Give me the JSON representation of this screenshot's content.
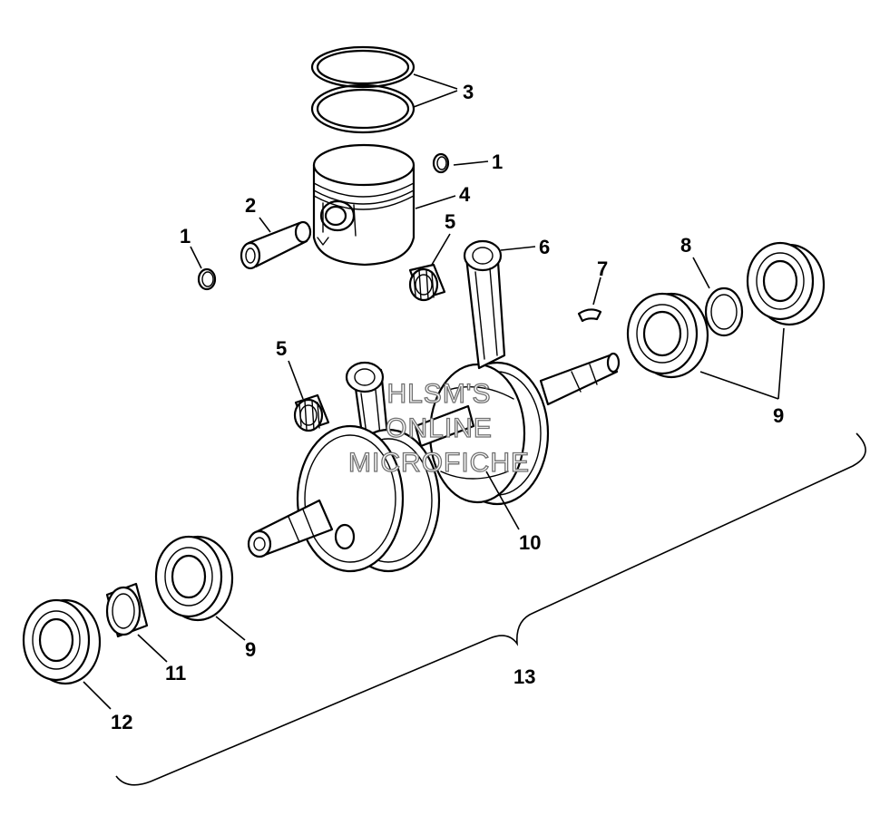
{
  "callouts": {
    "c1_left": "1",
    "c1_right": "1",
    "c2": "2",
    "c3": "3",
    "c4": "4",
    "c5_upper": "5",
    "c5_lower": "5",
    "c6": "6",
    "c7": "7",
    "c8": "8",
    "c9_right": "9",
    "c9_left": "9",
    "c10": "10",
    "c11": "11",
    "c12": "12",
    "c13": "13"
  },
  "watermark": {
    "line1": "HLSM'S",
    "line2": "ONLINE",
    "line3": "MICROFICHE"
  },
  "colors": {
    "ink": "#000000",
    "paper": "#ffffff",
    "watermark_outline": "#707070"
  }
}
